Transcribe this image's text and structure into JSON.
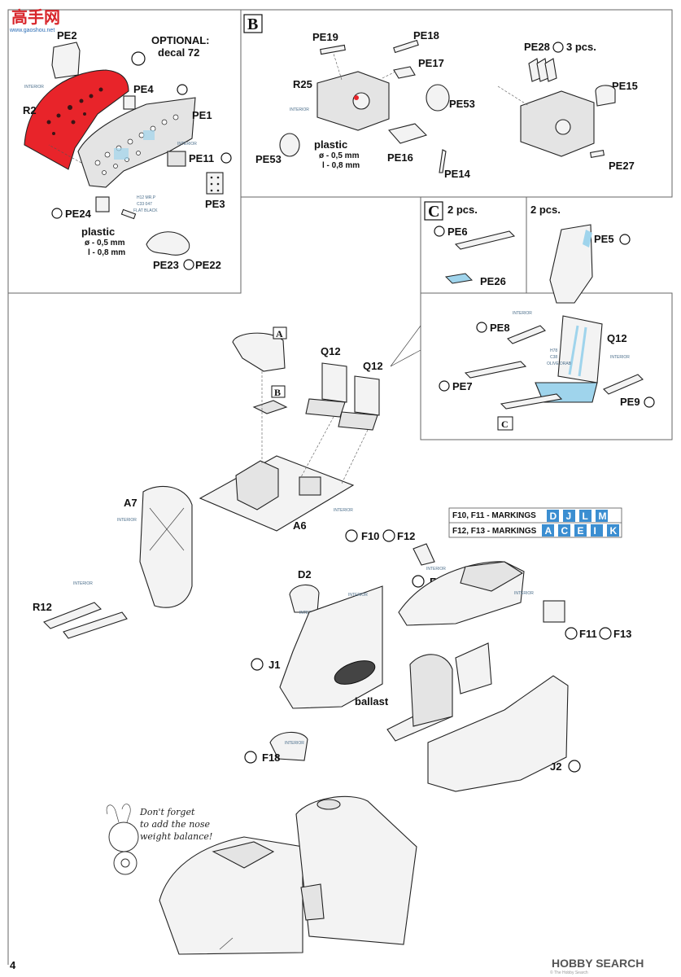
{
  "page_number": "4",
  "watermark": {
    "brand_cn": "高手网",
    "site": "www.gaoshou.net"
  },
  "hobby_search": "HOBBY SEARCH",
  "copyright": "© The Hobby Search",
  "box_letters": {
    "a": "A",
    "b": "B",
    "c": "C"
  },
  "optional": {
    "line1": "OPTIONAL:",
    "line2": "decal 72"
  },
  "plastic": {
    "title": "plastic",
    "diameter": "ø - 0,5 mm",
    "length": "l - 0,8 mm"
  },
  "pcs": {
    "two": "2 pcs.",
    "three": "3 pcs."
  },
  "paint": {
    "interior": "INTERIOR",
    "flat_black_code1": "H12  MR.P",
    "flat_black_code2": "C33   047",
    "flat_black": "FLAT BLACK",
    "olive_code1": "H78",
    "olive_code2": "C38",
    "olive_drab": "OLIVE DRAB"
  },
  "parts": {
    "pe1": "PE1",
    "pe2": "PE2",
    "pe3": "PE3",
    "pe4": "PE4",
    "pe5": "PE5",
    "pe6": "PE6",
    "pe7": "PE7",
    "pe8": "PE8",
    "pe9": "PE9",
    "pe11": "PE11",
    "pe14": "PE14",
    "pe15": "PE15",
    "pe16": "PE16",
    "pe17": "PE17",
    "pe18": "PE18",
    "pe19": "PE19",
    "pe22": "PE22",
    "pe23": "PE23",
    "pe24": "PE24",
    "pe26": "PE26",
    "pe27": "PE27",
    "pe28": "PE28",
    "pe53": "PE53",
    "r2": "R2",
    "r12": "R12",
    "r25": "R25",
    "a6": "A6",
    "a7": "A7",
    "d2": "D2",
    "q12": "Q12",
    "f3": "F3",
    "f10": "F10",
    "f11": "F11",
    "f12": "F12",
    "f13": "F13",
    "f18": "F18",
    "j1": "J1",
    "j2": "J2"
  },
  "ballast": "ballast",
  "markings": {
    "row1_label": "F10, F11 - MARKINGS",
    "row1_codes": [
      "D",
      "J",
      "L",
      "M"
    ],
    "row2_label": "F12, F13 - MARKINGS",
    "row2_codes": [
      "A",
      "C",
      "E",
      "I",
      "K"
    ]
  },
  "note": {
    "line1": "Don't forget",
    "line2": "to add the nose",
    "line3": "weight balance!"
  },
  "colors": {
    "red_panel": "#e8242a",
    "marking_blue": "#3b8ed1",
    "photo_etch_blue": "#9fd4ec"
  }
}
